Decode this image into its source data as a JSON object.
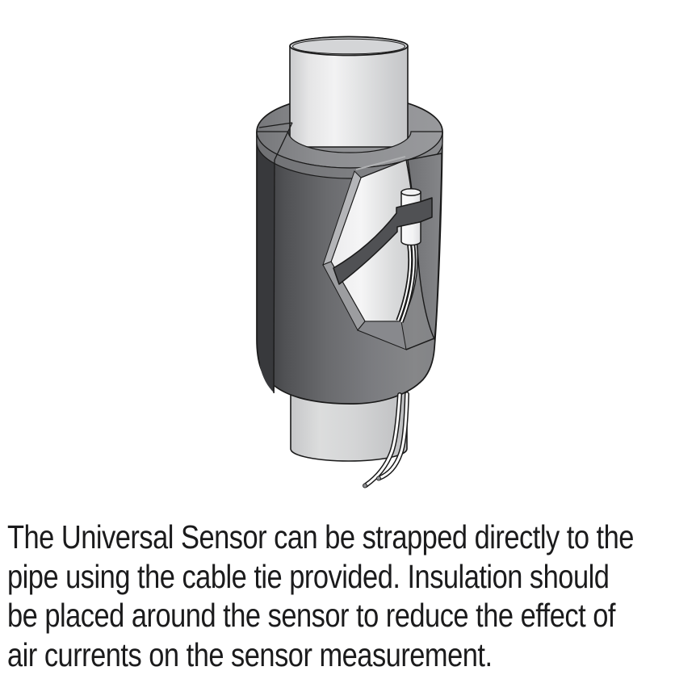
{
  "caption": {
    "lines": [
      "The Universal Sensor can be strapped directly to the",
      "pipe using the cable tie provided. Insulation should",
      "be placed around the sensor to reduce the effect of",
      "air currents on the sensor measurement."
    ]
  },
  "figure": {
    "colors": {
      "background": "#ffffff",
      "outline": "#1a1a1a",
      "insulation_dark": "#3e3f42",
      "insulation_mid": "#6a6b6e",
      "insulation_light": "#868789",
      "insulation_top_ring": "#8d8e91",
      "insulation_strip": "#38393c",
      "pipe_highlight": "#f2f2f3",
      "pipe_shadow": "#c5c6c8",
      "cutaway_bevel_light": "#b4b5b8",
      "cutaway_bevel_mid": "#9c9da0",
      "cutaway_bevel_dark": "#88898d",
      "sensor_body": "#f3f3f4",
      "cable_tie": "#505154",
      "wire_core": "#ffffff",
      "wire_tip": "#8b8c8f"
    }
  }
}
